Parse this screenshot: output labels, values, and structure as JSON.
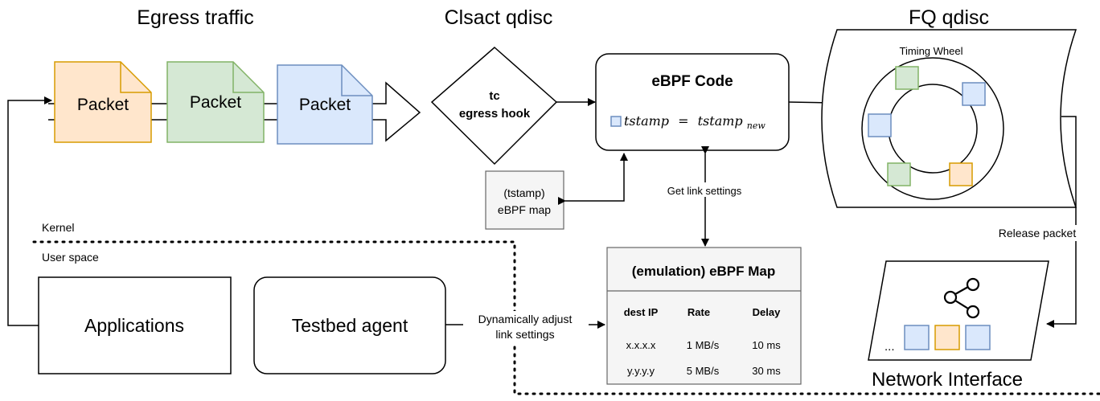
{
  "titles": {
    "egress": "Egress traffic",
    "clsact": "Clsact qdisc",
    "fq": "FQ qdisc"
  },
  "packets": [
    {
      "label": "Packet",
      "fill": "#ffe6cc",
      "stroke": "#d79b00"
    },
    {
      "label": "Packet",
      "fill": "#d5e8d4",
      "stroke": "#82b366"
    },
    {
      "label": "Packet",
      "fill": "#dae8fc",
      "stroke": "#6c8ebf"
    }
  ],
  "hook": {
    "line1": "tc",
    "line2": "egress hook"
  },
  "ebpf_code": {
    "title": "eBPF Code",
    "formula_lhs": "tstamp",
    "formula_eq": "=",
    "formula_rhs": "tstamp",
    "formula_sub": "new"
  },
  "tstamp_map": {
    "line1": "(tstamp)",
    "line2": "eBPF map"
  },
  "get_link": "Get link settings",
  "timing_wheel": "Timing Wheel",
  "release": "Release packet",
  "kernel": "Kernel",
  "user_space": "User space",
  "applications": "Applications",
  "testbed_agent": "Testbed agent",
  "adjust": {
    "line1": "Dynamically adjust",
    "line2": "link settings"
  },
  "emu_map": {
    "title": "(emulation) eBPF Map",
    "headers": [
      "dest IP",
      "Rate",
      "Delay"
    ],
    "rows": [
      [
        "x.x.x.x",
        "1 MB/s",
        "10 ms"
      ],
      [
        "y.y.y.y",
        "5 MB/s",
        "30 ms"
      ]
    ]
  },
  "nic": {
    "ellipsis": "...",
    "label": "Network Interface"
  },
  "colors": {
    "orange": "#d79b00",
    "green": "#82b366",
    "blue": "#6c8ebf"
  }
}
